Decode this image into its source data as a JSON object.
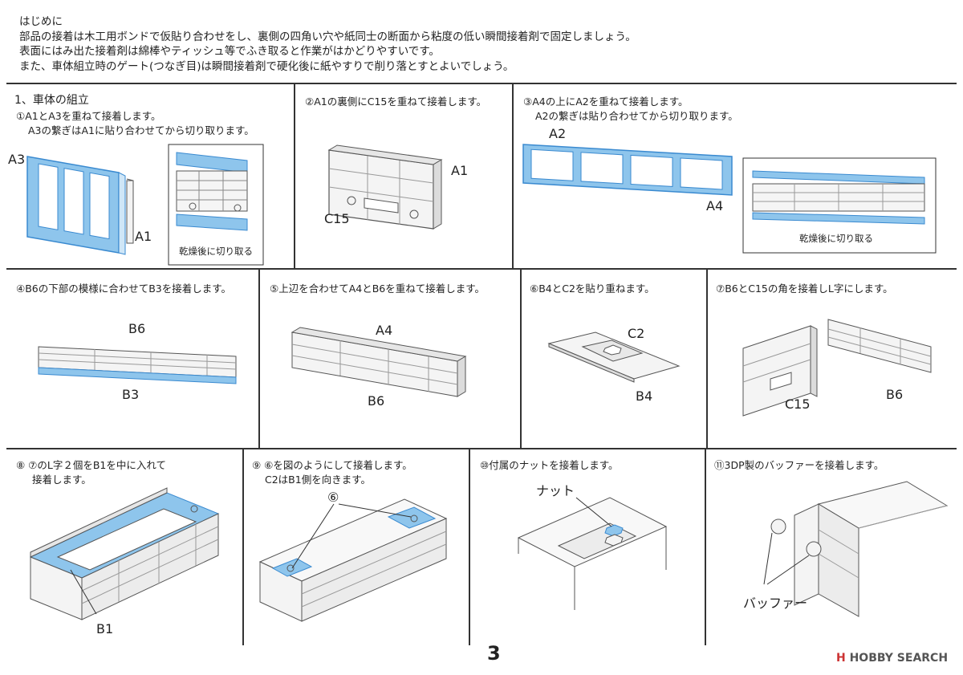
{
  "intro": {
    "heading": "はじめに",
    "line1": "部品の接着は木工用ボンドで仮貼り合わせをし、裏側の四角い穴や紙同士の断面から粘度の低い瞬間接着剤で固定しましょう。",
    "line2": "表面にはみ出た接着剤は綿棒やティッシュ等でふき取ると作業がはかどりやすいです。",
    "line3": "また、車体組立時のゲート(つなぎ目)は瞬間接着剤で硬化後に紙やすりで削り落とすとよいでしょう。"
  },
  "section_title": "1、車体の組立",
  "steps": {
    "s1": {
      "line1": "①A1とA3を重ねて接着します。",
      "line2": "A3の繋ぎはA1に貼り合わせてから切り取ります。",
      "label_a3": "A3",
      "label_a1": "A1",
      "inset": "乾燥後に切り取る"
    },
    "s2": {
      "text": "②A1の裏側にC15を重ねて接着します。",
      "label_a1": "A1",
      "label_c15": "C15"
    },
    "s3": {
      "line1": "③A4の上にA2を重ねて接着します。",
      "line2": "A2の繋ぎは貼り合わせてから切り取ります。",
      "label_a2": "A2",
      "label_a4": "A4",
      "inset": "乾燥後に切り取る"
    },
    "s4": {
      "text": "④B6の下部の模様に合わせてB3を接着します。",
      "label_b6": "B6",
      "label_b3": "B3"
    },
    "s5": {
      "text": "⑤上辺を合わせてA4とB6を重ねて接着します。",
      "label_a4": "A4",
      "label_b6": "B6"
    },
    "s6": {
      "text": "⑥B4とC2を貼り重ねます。",
      "label_c2": "C2",
      "label_b4": "B4"
    },
    "s7": {
      "text": "⑦B6とC15の角を接着しL字にします。",
      "label_c15": "C15",
      "label_b6": "B6"
    },
    "s8": {
      "line1": "⑧ ⑦のL字２個をB1を中に入れて",
      "line2": "接着します。",
      "label_b1": "B1"
    },
    "s9": {
      "line1": "⑨ ⑥を図のようにして接着します。",
      "line2": "C2はB1側を向きます。",
      "label_6": "⑥"
    },
    "s10": {
      "text": "⑩付属のナットを接着します。",
      "label_nut": "ナット"
    },
    "s11": {
      "text": "⑪3DP製のバッファーを接着します。",
      "label_buffer": "バッファー"
    }
  },
  "page_number": "3",
  "watermark": {
    "mark": "H",
    "text": "HOBBY SEARCH"
  },
  "colors": {
    "part_blue": "#8ec5ec",
    "part_blue_stroke": "#3a8ad0",
    "line": "#333333"
  }
}
